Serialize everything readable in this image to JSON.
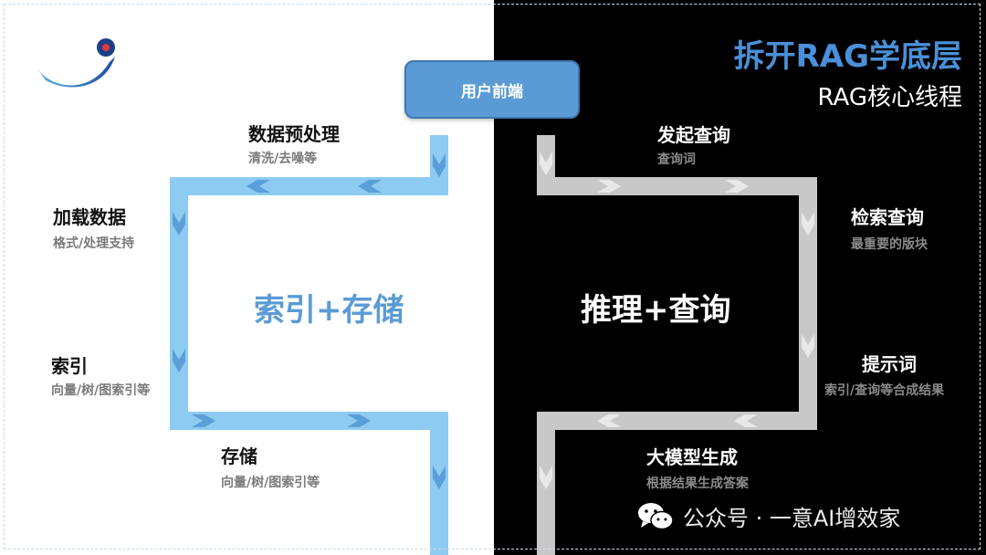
{
  "header": {
    "title": "拆开RAG学底层",
    "subtitle": "RAG核心线程"
  },
  "user_frontend": {
    "label": "用户前端"
  },
  "left_flow": {
    "center_label": "索引+存储",
    "steps": [
      {
        "title": "数据预处理",
        "desc": "清洗/去噪等"
      },
      {
        "title": "加载数据",
        "desc": "格式/处理支持"
      },
      {
        "title": "索引",
        "desc": "向量/树/图索引等"
      },
      {
        "title": "存储",
        "desc": "向量/树/图索引等"
      }
    ]
  },
  "right_flow": {
    "center_label": "推理+查询",
    "steps": [
      {
        "title": "发起查询",
        "desc": "查询词"
      },
      {
        "title": "检索查询",
        "desc": "最重要的版块"
      },
      {
        "title": "提示词",
        "desc": "索引/查询等合成结果"
      },
      {
        "title": "大模型生成",
        "desc": "根据结果生成答案"
      }
    ]
  },
  "watermark": {
    "text": "公众号 · 一意AI增效家",
    "icon": "wechat-icon"
  },
  "colors": {
    "left_pipe": "#8ecbf2",
    "left_arrow": "#5a9fd8",
    "right_pipe": "#c8c8c8",
    "right_arrow": "#e8e8e8",
    "accent": "#4a90d9"
  }
}
